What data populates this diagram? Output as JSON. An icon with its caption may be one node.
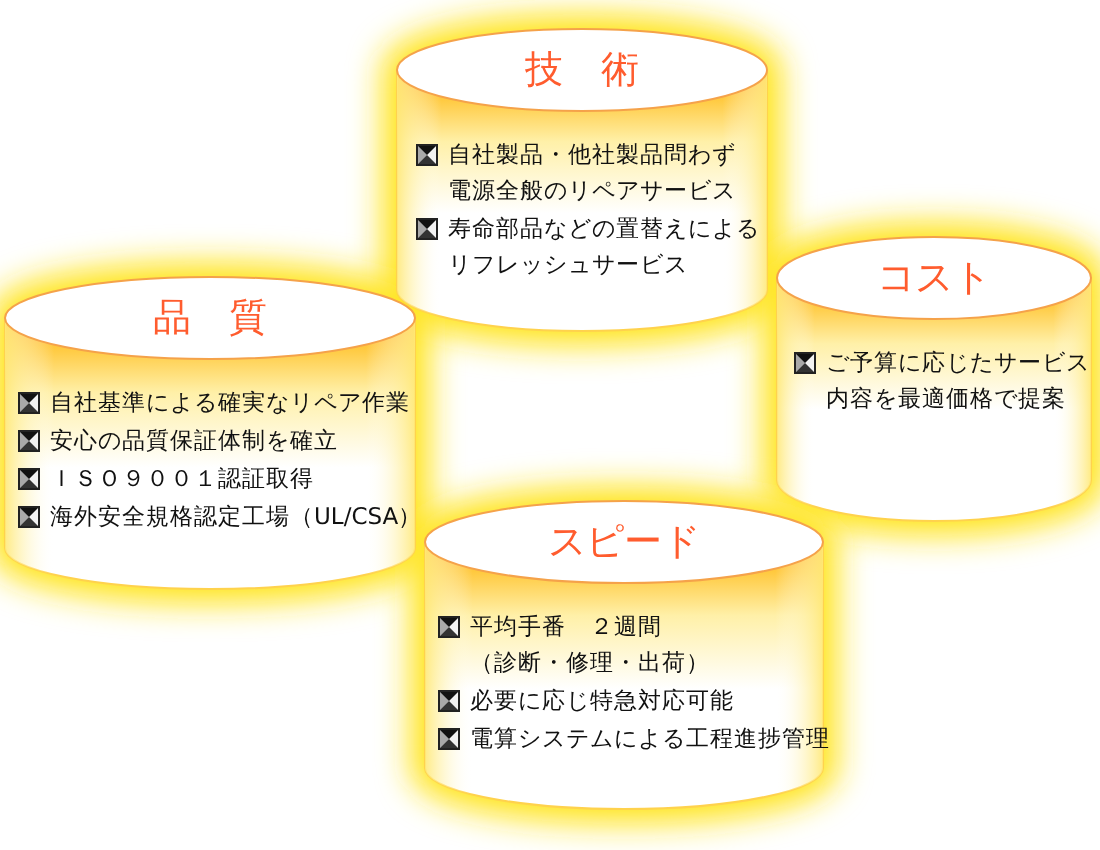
{
  "diagram": {
    "nodes": [
      {
        "text": [
          "技　術",
          "自社製品・他社製品問わず電源全般のリペアサービス",
          "寿命部品などの置替えによるリフレッシュサービス"
        ]
      },
      {
        "text": [
          "品　質",
          "自社基準による確実なリペア作業",
          "安心の品質保証体制を確立",
          "ＩＳＯ９００１認証取得",
          "海外安全規格認定工場（UL/CSA）"
        ]
      },
      {
        "text": [
          "コスト",
          "ご予算に応じたサービス内容を最適価格で提案"
        ]
      },
      {
        "text": [
          "スピード",
          "平均手番　２週間（診断・修理・出荷）",
          "必要に応じ特急対応可能",
          "電算システムによる工程進捗管理"
        ]
      }
    ]
  }
}
